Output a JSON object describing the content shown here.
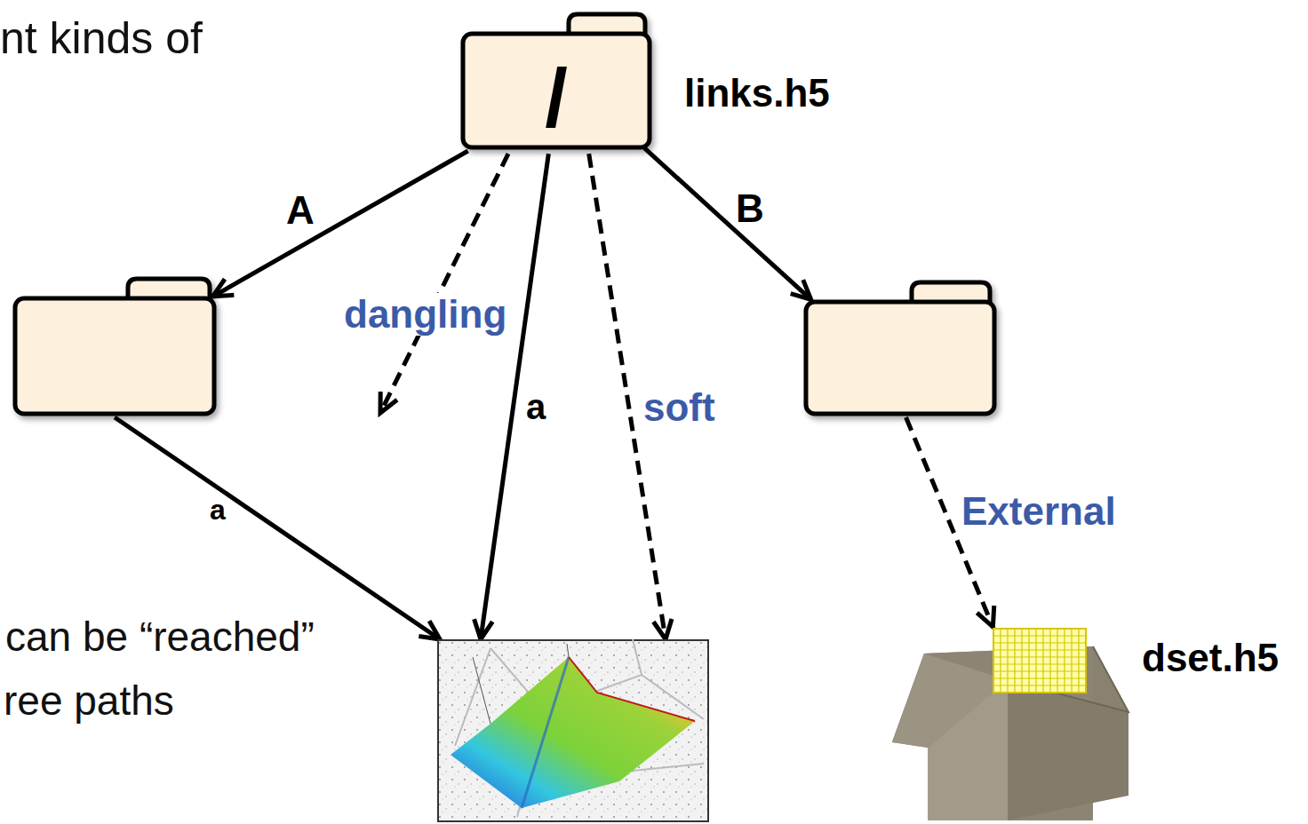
{
  "diagram": {
    "nodes": [
      {
        "text": [
          "/",
          "links.h5"
        ]
      },
      {
        "text": []
      },
      {
        "text": []
      },
      {
        "text": []
      },
      {
        "text": [
          "dset.h5"
        ]
      }
    ],
    "edges": [
      {
        "from": 0,
        "to": 1,
        "label": "A",
        "arrow": "to"
      },
      {
        "from": 0,
        "to": 3,
        "label": "a",
        "arrow": "to"
      },
      {
        "from": 0,
        "to": 3,
        "label": "soft",
        "arrow": "to"
      },
      {
        "from": 0,
        "to": 2,
        "label": "B",
        "arrow": "to"
      },
      {
        "from": 1,
        "to": 3,
        "label": "a",
        "arrow": "to"
      },
      {
        "from": 2,
        "to": 4,
        "label": "External",
        "arrow": "to"
      }
    ],
    "labels": [
      "nt kinds of",
      "dangling",
      "can be “reached”",
      "ree paths"
    ]
  }
}
